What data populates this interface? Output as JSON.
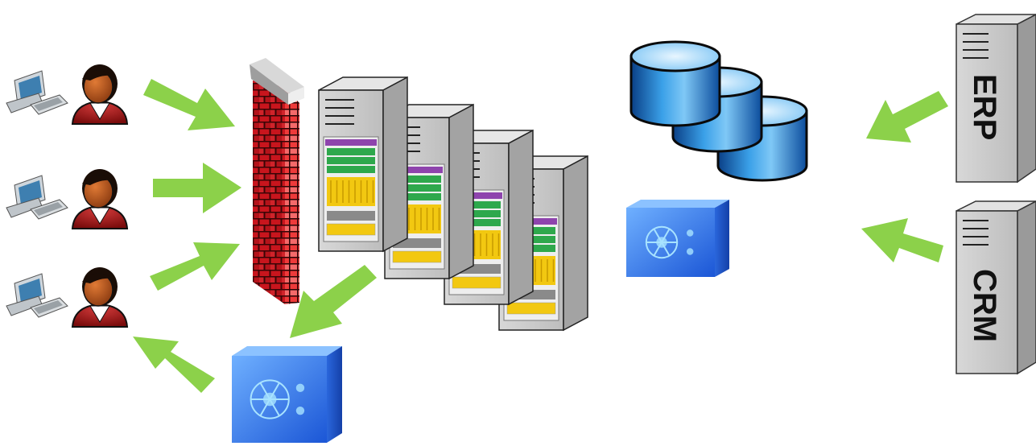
{
  "diagram": {
    "colors": {
      "arrow": "#8cd14a",
      "brick": "#c8151d",
      "mortar": "#3a0506",
      "server": "#c9c9c9",
      "database": "#2f8fd6",
      "vault": "#3d7fe8",
      "skin": "#b3541e"
    },
    "users": [
      {
        "icon": "computer-user-icon"
      },
      {
        "icon": "computer-user-icon"
      },
      {
        "icon": "computer-user-icon"
      }
    ],
    "firewall": {
      "icon": "brick-firewall-icon"
    },
    "app_servers": {
      "count": 4,
      "icon": "application-server-icon"
    },
    "databases": {
      "count": 3,
      "icon": "database-cylinder-icon"
    },
    "vaults": [
      {
        "icon": "safe-vault-icon"
      },
      {
        "icon": "safe-vault-icon"
      }
    ],
    "systems": [
      {
        "label": "ERP",
        "icon": "server-tower-icon"
      },
      {
        "label": "CRM",
        "icon": "server-tower-icon"
      }
    ]
  }
}
